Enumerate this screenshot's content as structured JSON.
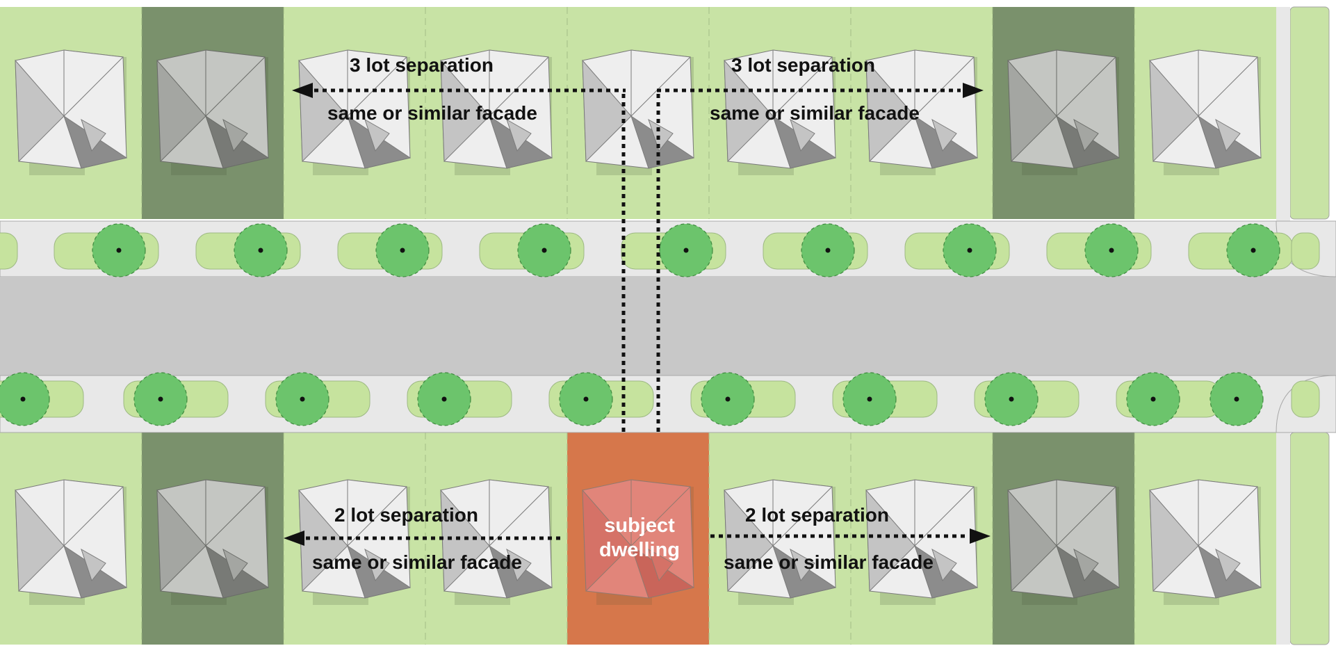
{
  "colors": {
    "lot_light": "#c8e3a5",
    "lot_shaded": "#8faa7f",
    "subject_lot": "#d6774b",
    "subject_roof": "#e48a8a",
    "road": "#c8c8c8",
    "sidewalk": "#e8e8e8",
    "verge": "#c6e39e",
    "tree": "#6cc46c",
    "roof_light": "#eeeeee",
    "roof_mid": "#c4c4c4",
    "roof_dark": "#8c8c8c",
    "arrow": "#111111",
    "label_text": "#111111",
    "subject_text": "#ffffff"
  },
  "labels": {
    "top_left_title": "3 lot separation",
    "top_left_sub": "same or similar facade",
    "top_right_title": "3 lot separation",
    "top_right_sub": "same or similar facade",
    "bottom_left_title": "2 lot separation",
    "bottom_left_sub": "same or similar facade",
    "bottom_right_title": "2 lot separation",
    "bottom_right_sub": "same or similar facade",
    "subject_line1": "subject",
    "subject_line2": "dwelling"
  },
  "icons": {
    "tree": "tree-canopy-icon",
    "house": "house-roof-icon",
    "arrow": "arrowhead-icon"
  }
}
